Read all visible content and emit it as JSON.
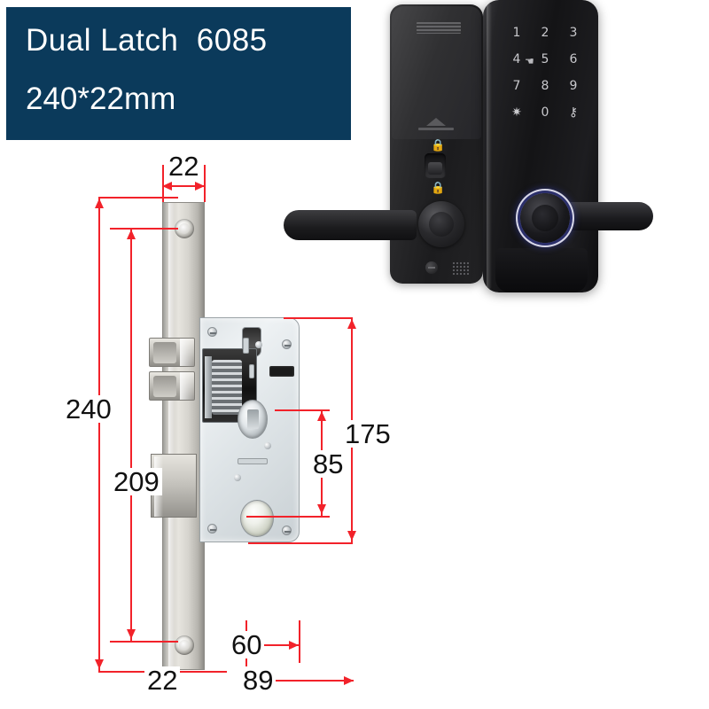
{
  "banner": {
    "line1": "Dual Latch  6085",
    "line2": "240*22mm",
    "background_color": "#0b3a5b",
    "text_color": "#ffffff"
  },
  "dimensions": {
    "accent_color": "#f2222a",
    "unit": "mm",
    "items": [
      {
        "id": "faceplate-width-top",
        "value": "22",
        "orientation": "horizontal",
        "position": "top"
      },
      {
        "id": "faceplate-length",
        "value": "240",
        "orientation": "vertical",
        "position": "left-outer"
      },
      {
        "id": "hole-to-hole",
        "value": "209",
        "orientation": "vertical",
        "position": "left-inner"
      },
      {
        "id": "faceplate-width-bottom",
        "value": "22",
        "orientation": "horizontal",
        "position": "bottom"
      },
      {
        "id": "backset",
        "value": "60",
        "orientation": "horizontal",
        "position": "bottom-right-upper"
      },
      {
        "id": "body-depth",
        "value": "89",
        "orientation": "horizontal",
        "position": "bottom-right-lower"
      },
      {
        "id": "body-height",
        "value": "175",
        "orientation": "vertical",
        "position": "right-outer"
      },
      {
        "id": "spindle-to-cylinder",
        "value": "85",
        "orientation": "vertical",
        "position": "right-inner"
      }
    ]
  },
  "product": {
    "name": "Dual Latch 6085",
    "mortise": {
      "faceplate_label": "faceplate",
      "parts": [
        "upper-latch-bolt",
        "lower-latch-bolt",
        "deadbolt",
        "spring-cassette",
        "spindle-hole",
        "cylinder-hole"
      ]
    },
    "interior_panel": {
      "label": "interior-panel",
      "features": [
        "battery-cover",
        "battery-release",
        "thumb-turn-toggle",
        "lock-icon",
        "handle",
        "screw",
        "speaker-grille"
      ],
      "lock_icon": "🔒"
    },
    "exterior_panel": {
      "label": "exterior-panel",
      "keypad": [
        "1",
        "2",
        "3",
        "4",
        "5",
        "6",
        "7",
        "8",
        "9",
        "✷",
        "0",
        "⚷"
      ],
      "touch_hint": "☚",
      "features": [
        "touch-keypad",
        "fingerprint-reader",
        "handle"
      ],
      "fingerprint_ring_color": "#3c46be"
    }
  }
}
